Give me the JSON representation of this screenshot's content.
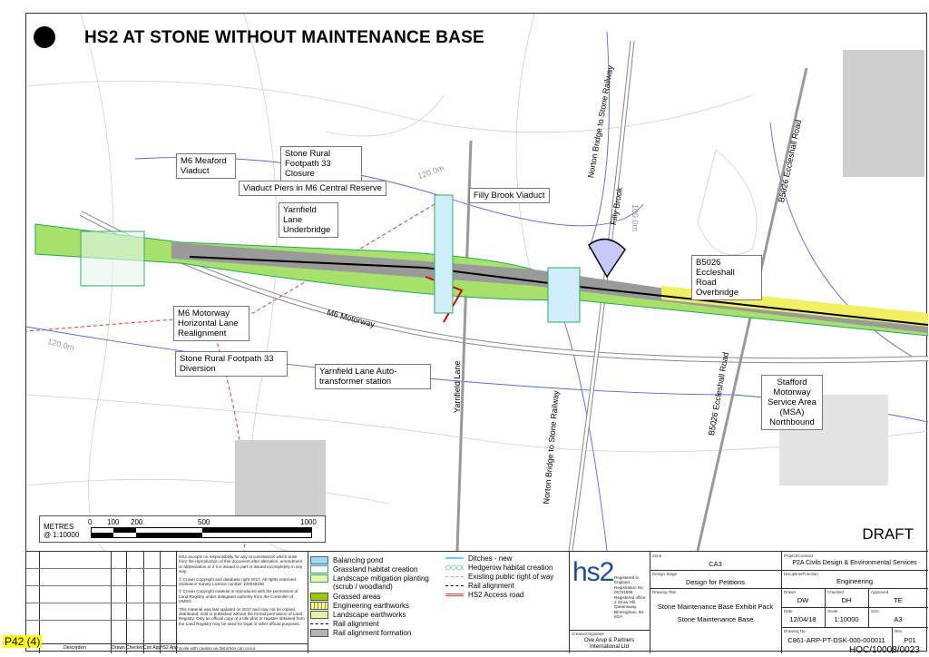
{
  "title": "HS2 AT STONE WITHOUT MAINTENANCE BASE",
  "status_stamp": "DRAFT",
  "page_ref": "P42 (4)",
  "hoc_ref": "HOC/10008/0023",
  "map": {
    "callouts": [
      "M6 Meaford Viaduct",
      "Viaduct Piers in M6 Central Reserve",
      "Yarnfield Lane Underbridge",
      "Stone Rural Footpath 33 Closure",
      "Filly Brook Viaduct",
      "B5026 Eccleshall Road Overbridge",
      "M6 Motorway Horizontal Lane Realignment",
      "Stone Rural Footpath 33 Diversion",
      "Yarnfield Lane Auto- transformer station",
      "Stafford Motorway Service Area (MSA) Northbound"
    ],
    "road_labels": [
      "M6 Motorway",
      "Yarnfield Lane",
      "Norton Bridge to Stone Railway",
      "Norton Bridge to Stone Railway",
      "Filly Brook",
      "B5026 Eccleshall Road",
      "B5026 Eccleshall Road"
    ],
    "contours": [
      "120.0m",
      "100.0m",
      "120.0m"
    ]
  },
  "scale_bar": {
    "unit": "METRES",
    "ratio": "@ 1:10000",
    "ticks": [
      "0",
      "100",
      "200",
      "500",
      "1000"
    ]
  },
  "revisions": {
    "columns": [
      "Description",
      "Drawn",
      "Checked",
      "Con App",
      "HS2 App"
    ]
  },
  "notes": [
    "HS2 accepts no responsibility for any circumstances which arise from the reproduction of this document after alteration, amendment or abbreviation or if it is issued in part or issued incompletely in any way.",
    "© Crown Copyright and database right 2017. All rights reserved. Ordnance Survey Licence number 100049190",
    "© Crown Copyright material is reproduced with the permission of Land Registry under delegated authority from the Controller of HMSO.",
    "This material was last updated on 2017 and may not be copied, distributed, sold or published without the formal permission of Land Registry. Only an official copy of a title plan or register obtained from the Land Registry may be used for legal or other official purposes.",
    "Scale with caution as distortion can occur."
  ],
  "legend": {
    "left": [
      {
        "label": "Balancing pond",
        "color": "#9fd9f5"
      },
      {
        "label": "Grassland habitat creation",
        "color": "#ffffff"
      },
      {
        "label": "Landscape mitigation planting (scrub / woodland)",
        "color": "#e8f7b0"
      },
      {
        "label": "Grassed areas",
        "color": "#99cc00"
      },
      {
        "label": "Engineering earthworks",
        "color": "#ffff80"
      },
      {
        "label": "Landscape earthworks",
        "color": "#e0f5a0"
      },
      {
        "label": "Rail alignment",
        "color": "#000000"
      },
      {
        "label": "Rail alignment formation",
        "color": "#b3b3b3"
      }
    ],
    "right": [
      {
        "label": "Ditches - new",
        "color": "#66ccff"
      },
      {
        "label": "Hedgerow habitat creation",
        "color": "#33aa66"
      },
      {
        "label": "Existing public right of way",
        "color": "#ff9966"
      },
      {
        "label": "Rail alignment",
        "color": "#000000"
      },
      {
        "label": "HS2 Access road",
        "color": "#ff4444"
      }
    ]
  },
  "company": {
    "logo": "hs2",
    "registered": "Registered in England Registration No. 06791686 Registered office: 2 Snow Hill, Queensway, Birmingham, B4 6GA",
    "creator_label": "Creator/Originator",
    "creator": "Ove Arup & Partners International Ltd"
  },
  "fields": {
    "zone_label": "Zone",
    "zone": "CA3",
    "project_label": "Project/Contract",
    "project": "P2A Civils Design & Environmental Services",
    "stage_label": "Design Stage",
    "stage": "Design for Petitions",
    "discipline_label": "Discipline/Function",
    "discipline": "Engineering",
    "drawing_title_label": "Drawing Title",
    "drawing_title_1": "Stone Maintenance Base Exhibit Pack",
    "drawing_title_2": "Stone Maintenance Base",
    "drawn_label": "Drawn",
    "drawn": "DW",
    "checked_label": "Checked",
    "checked": "DH",
    "approved_label": "Approved",
    "approved": "TE",
    "date_label": "Date",
    "date": "12/04/18",
    "scale_label": "Scale",
    "scale": "1:10000",
    "size_label": "Size",
    "size": "A3",
    "drawing_no_label": "Drawing No.",
    "drawing_no": "C861-ARP-PT-DSK-000-000011",
    "rev_label": "Rev.",
    "rev": "P01"
  }
}
